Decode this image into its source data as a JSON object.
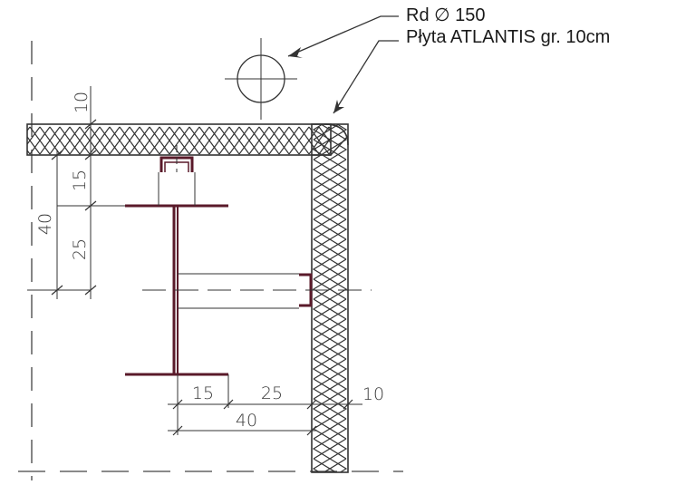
{
  "labels": {
    "duct": "Rd ∅ 150",
    "board": "Płyta ATLANTIS gr. 10cm"
  },
  "dimensions": {
    "top_insulation": "10",
    "vertical_upper": "15",
    "vertical_lower": "25",
    "vertical_total": "40",
    "horizontal_left": "15",
    "horizontal_right": "25",
    "horizontal_total": "40",
    "side_insulation": "10"
  }
}
